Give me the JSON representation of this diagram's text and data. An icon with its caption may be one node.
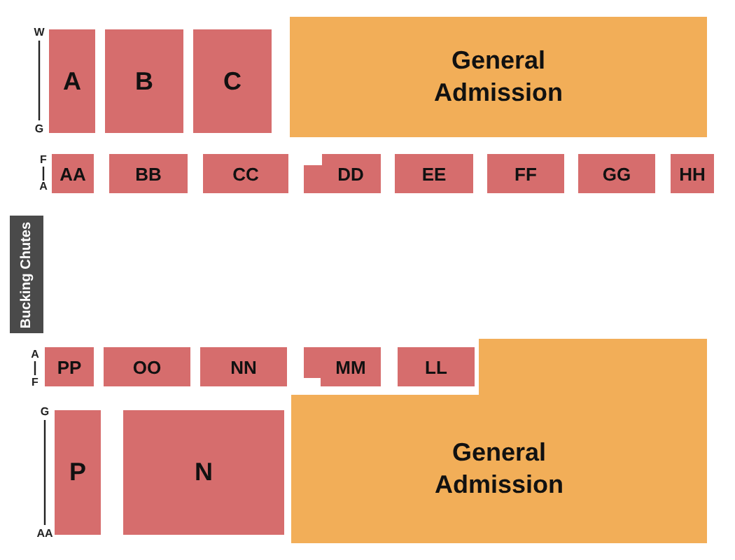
{
  "diagram": {
    "nodes": [
      {
        "text": [
          "A"
        ]
      },
      {
        "text": [
          "B"
        ]
      },
      {
        "text": [
          "C"
        ]
      },
      {
        "text": [
          "General Admission"
        ]
      },
      {
        "text": [
          "AA"
        ]
      },
      {
        "text": [
          "BB"
        ]
      },
      {
        "text": [
          "CC"
        ]
      },
      {
        "text": [
          "DD"
        ]
      },
      {
        "text": [
          "EE"
        ]
      },
      {
        "text": [
          "FF"
        ]
      },
      {
        "text": [
          "GG"
        ]
      },
      {
        "text": [
          "HH"
        ]
      },
      {
        "text": [
          "Bucking Chutes"
        ]
      },
      {
        "text": [
          "PP"
        ]
      },
      {
        "text": [
          "OO"
        ]
      },
      {
        "text": [
          "NN"
        ]
      },
      {
        "text": [
          "MM"
        ]
      },
      {
        "text": [
          "LL"
        ]
      },
      {
        "text": [
          "General Admission"
        ]
      },
      {
        "text": [
          "P"
        ]
      },
      {
        "text": [
          "N"
        ]
      }
    ],
    "labels": [
      "W",
      "G",
      "F",
      "A",
      "A",
      "F",
      "G",
      "AA"
    ]
  }
}
